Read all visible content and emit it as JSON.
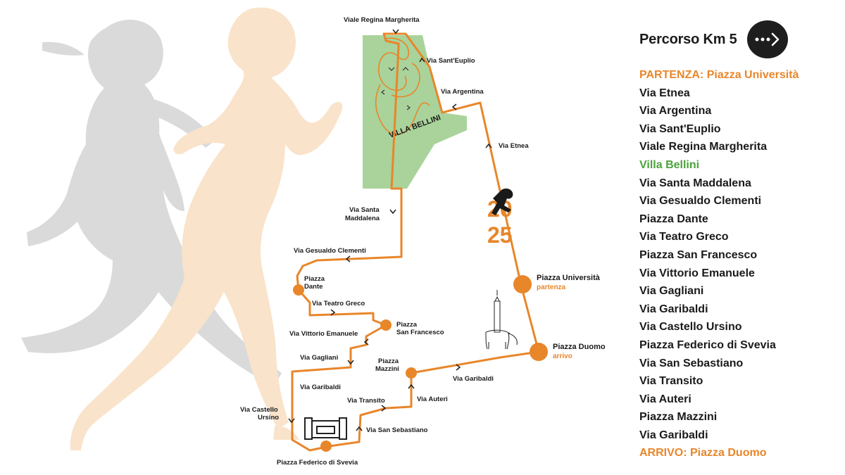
{
  "panel": {
    "title": "Percorso Km 5",
    "next_button_icon": "dots-arrow-right-icon",
    "route": [
      "PARTENZA: Piazza Università",
      "Via Etnea",
      "Via Argentina",
      "Via Sant'Euplio",
      "Viale Regina Margherita",
      "Villa Bellini",
      "Via Santa Maddalena",
      "Via Gesualdo Clementi",
      "Piazza Dante",
      "Via Teatro Greco",
      "Piazza San Francesco",
      "Via Vittorio Emanuele",
      "Via Gagliani",
      "Via Garibaldi",
      "Via Castello Ursino",
      "Piazza Federico di Svevia",
      "Via San Sebastiano",
      "Via Transito",
      "Via Auteri",
      "Piazza Mazzini",
      "Via Garibaldi",
      "ARRIVO: Piazza Duomo"
    ]
  },
  "map": {
    "park_name": "VILLA BELLINI",
    "logo": {
      "top": "20",
      "bottom": "25"
    },
    "labels": {
      "viale_regina_margherita": "Viale Regina Margherita",
      "via_sant_euplio": "Via Sant'Euplio",
      "via_argentina": "Via Argentina",
      "via_etnea": "Via Etnea",
      "via_santa_maddalena_1": "Via Santa",
      "via_santa_maddalena_2": "Maddalena",
      "via_gesualdo_clementi": "Via Gesualdo Clementi",
      "piazza_dante_1": "Piazza",
      "piazza_dante_2": "Dante",
      "via_teatro_greco": "Via Teatro Greco",
      "piazza_san_francesco_1": "Piazza",
      "piazza_san_francesco_2": "San Francesco",
      "via_vittorio_emanuele": "Via Vittorio Emanuele",
      "via_gagliani": "Via Gagliani",
      "via_garibaldi_left": "Via Garibaldi",
      "via_castello_ursino_1": "Via Castello",
      "via_castello_ursino_2": "Ursino",
      "piazza_federico": "Piazza Federico di Svevia",
      "via_san_sebastiano": "Via San Sebastiano",
      "via_transito": "Via Transito",
      "via_auteri": "Via Auteri",
      "piazza_mazzini_1": "Piazza",
      "piazza_mazzini_2": "Mazzini",
      "via_garibaldi_right": "Via Garibaldi",
      "piazza_universita": "Piazza Università",
      "partenza": "partenza",
      "piazza_duomo": "Piazza Duomo",
      "arrivo": "arrivo"
    }
  },
  "colors": {
    "route": "#e8862a",
    "park": "#a9d39b",
    "park_text": "#4aa33a",
    "text": "#1a1a1a",
    "runner_gray": "#d9d9d9",
    "runner_peach": "#f9e3cc"
  }
}
